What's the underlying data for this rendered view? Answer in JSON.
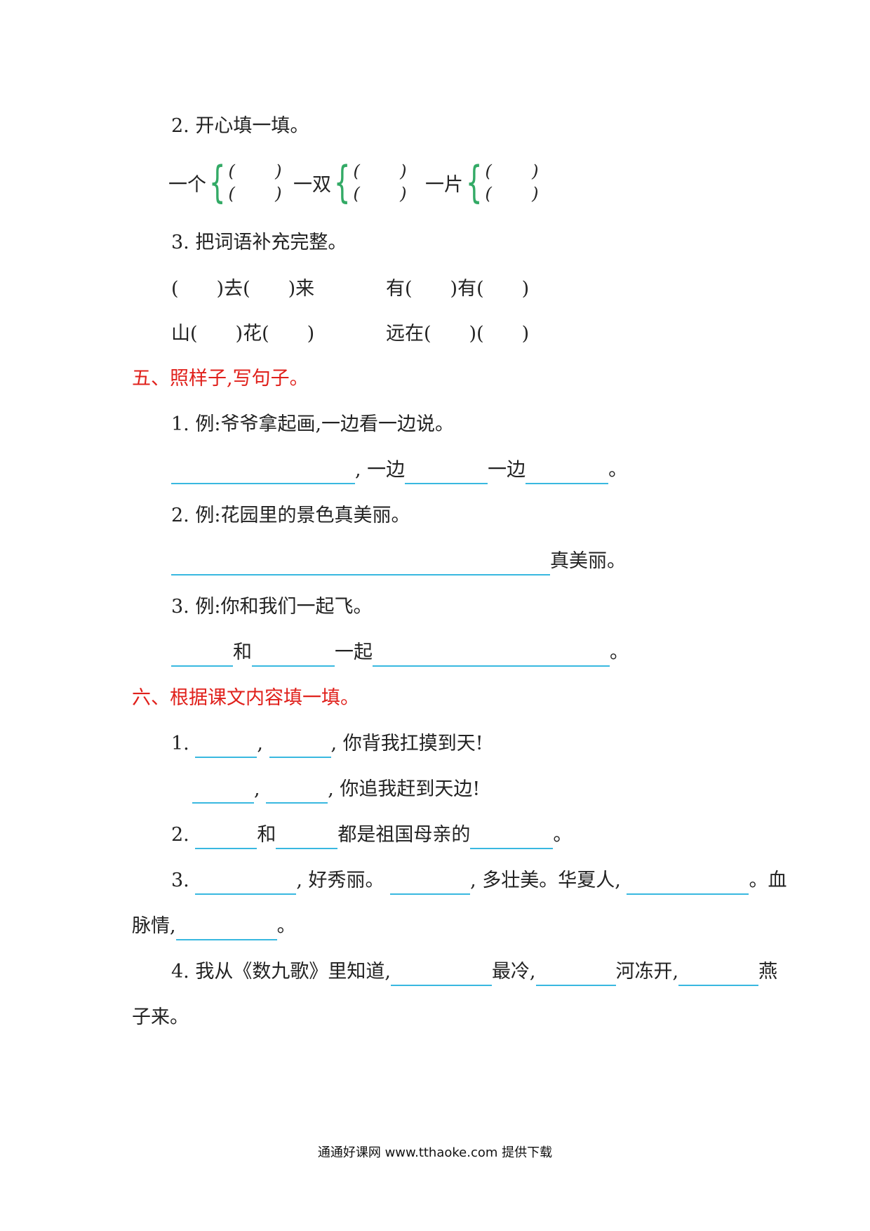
{
  "section4": {
    "q2_title": "2. 开心填一填。",
    "measure_words": [
      "一个",
      "一双",
      "一片"
    ],
    "paren": "(　　)",
    "q3_title": "3. 把词语补充完整。",
    "phrases": [
      "(　　)去(　　)来",
      "有(　　)有(　　)",
      "山(　　)花(　　)",
      "远在(　　)(　　)"
    ]
  },
  "section5": {
    "heading": "五、照样子,写句子。",
    "ex1": "1. 例:爷爷拿起画,一边看一边说。",
    "ex1_parts": [
      ", 一边",
      "一边",
      "。"
    ],
    "ex2": "2. 例:花园里的景色真美丽。",
    "ex2_tail": "真美丽。",
    "ex3": "3. 例:你和我们一起飞。",
    "ex3_parts": [
      "和",
      "一起",
      "。"
    ]
  },
  "section6": {
    "heading": "六、根据课文内容填一填。",
    "q1_num": "1.",
    "q1_tail1": ", 你背我扛摸到天!",
    "q1_tail2": ", 你追我赶到天边!",
    "comma": ",",
    "q2_num": "2.",
    "q2_parts": [
      "和",
      "都是祖国母亲的",
      "。"
    ],
    "q3_num": "3.",
    "q3_parts": [
      ", 好秀丽。",
      ", 多壮美。华夏人,",
      "。血"
    ],
    "q3_line2": [
      "脉情,",
      "。"
    ],
    "q4_start": "4. 我从《数九歌》里知道,",
    "q4_parts": [
      "最冷,",
      "河冻开,",
      "燕"
    ],
    "q4_line2": "子来。"
  },
  "footer": "通通好课网  www.tthaoke.com  提供下载"
}
